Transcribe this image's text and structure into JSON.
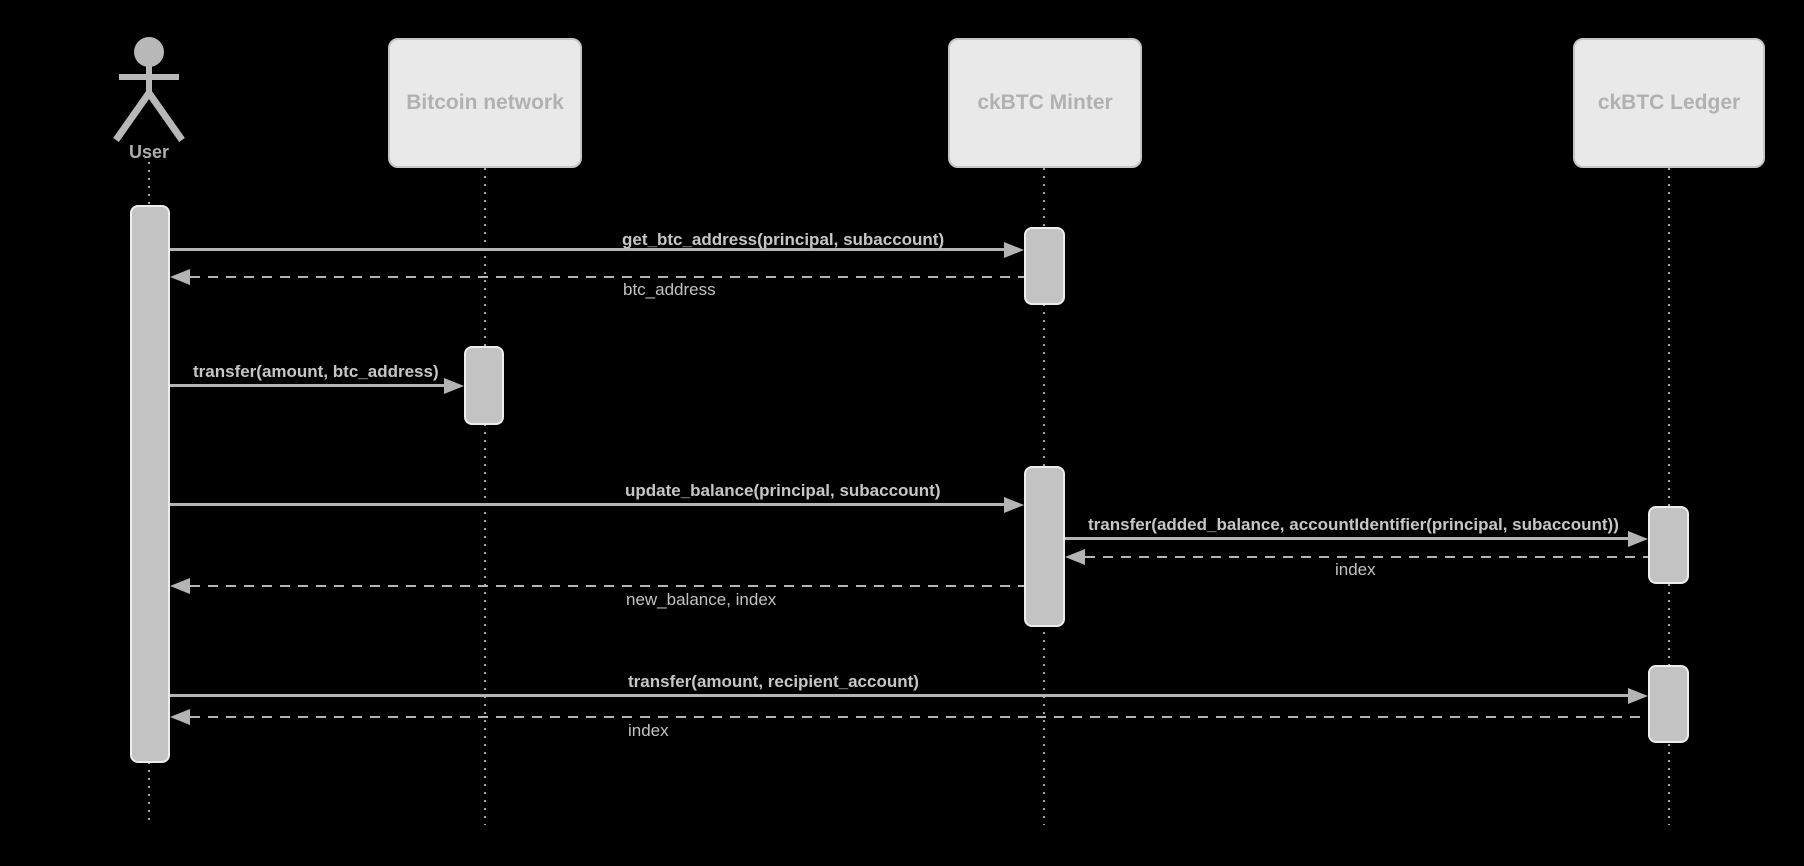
{
  "diagram": {
    "type": "sequence-diagram",
    "background_color": "#000000",
    "actors": [
      {
        "id": "user",
        "label": "User",
        "kind": "actor"
      },
      {
        "id": "bitcoin",
        "label": "Bitcoin network",
        "kind": "participant"
      },
      {
        "id": "minter",
        "label": "ckBTC Minter",
        "kind": "participant"
      },
      {
        "id": "ledger",
        "label": "ckBTC Ledger",
        "kind": "participant"
      }
    ],
    "messages": [
      {
        "from": "user",
        "to": "minter",
        "style": "solid",
        "label": "get_btc_address(principal, subaccount)"
      },
      {
        "from": "minter",
        "to": "user",
        "style": "dashed",
        "label": "btc_address"
      },
      {
        "from": "user",
        "to": "bitcoin",
        "style": "solid",
        "label": "transfer(amount, btc_address)"
      },
      {
        "from": "user",
        "to": "minter",
        "style": "solid",
        "label": "update_balance(principal, subaccount)"
      },
      {
        "from": "minter",
        "to": "ledger",
        "style": "solid",
        "label": "transfer(added_balance, accountIdentifier(principal, subaccount))"
      },
      {
        "from": "ledger",
        "to": "minter",
        "style": "dashed",
        "label": "index"
      },
      {
        "from": "minter",
        "to": "user",
        "style": "dashed",
        "label": "new_balance, index"
      },
      {
        "from": "user",
        "to": "ledger",
        "style": "solid",
        "label": "transfer(amount, recipient_account)"
      },
      {
        "from": "ledger",
        "to": "user",
        "style": "dashed",
        "label": "index"
      }
    ],
    "colors": {
      "participant_fill": "#e9e9e9",
      "participant_border": "#c6c6c6",
      "participant_text": "#b1b1b1",
      "activation_fill": "#c3c3c3",
      "line_color": "#b4b4b4",
      "label_text": "#c6c6c6",
      "lifeline_dot": "#a8a8a8"
    }
  }
}
